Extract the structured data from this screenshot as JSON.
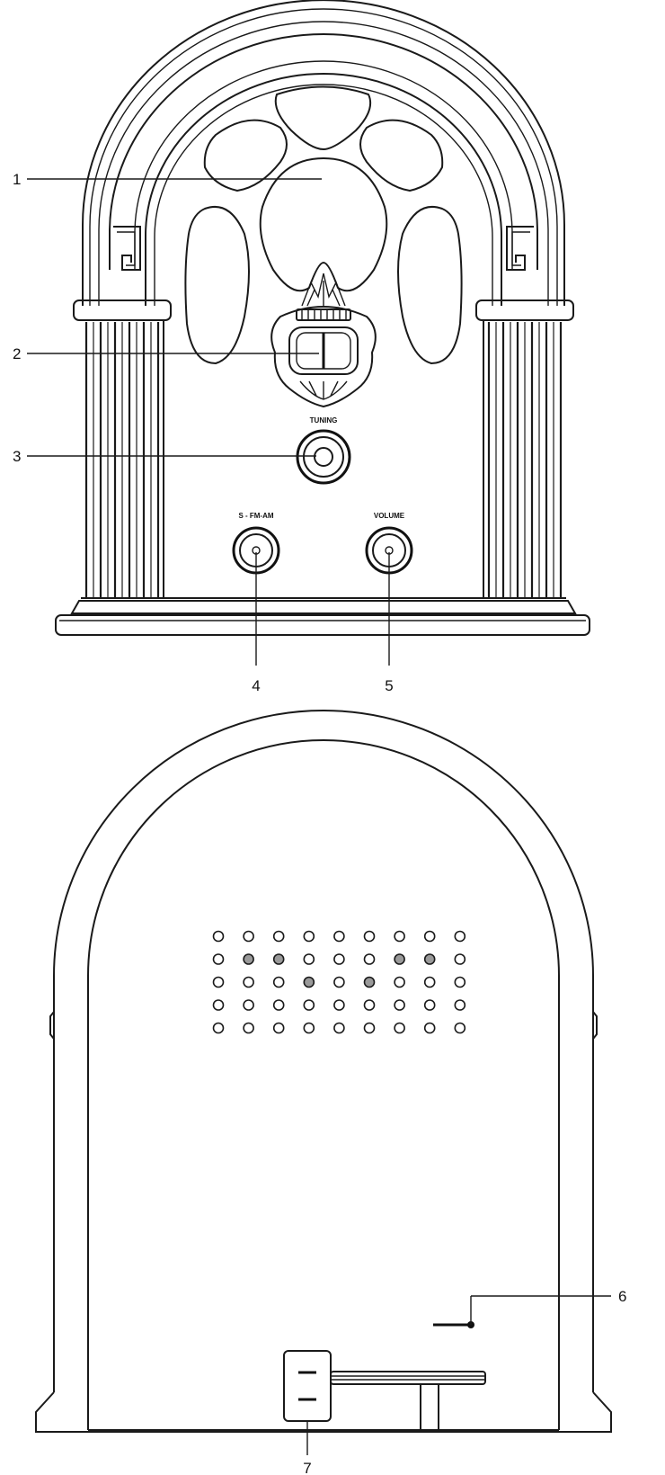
{
  "front_view": {
    "controls": {
      "tuning_label": "TUNING",
      "band_label": "S - FM-AM",
      "volume_label": "VOLUME"
    },
    "callouts": [
      "1",
      "2",
      "3",
      "4",
      "5"
    ]
  },
  "back_view": {
    "callouts": [
      "6",
      "7"
    ],
    "vent_holes": {
      "rows": 5,
      "columns": 9
    }
  }
}
